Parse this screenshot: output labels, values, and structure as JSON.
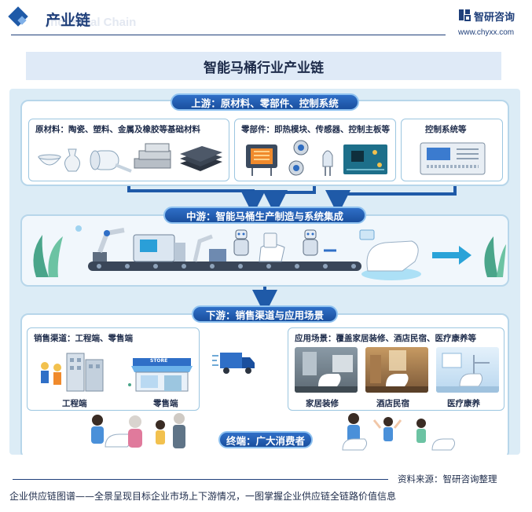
{
  "header": {
    "section_title": "产业链",
    "watermark": "Industrial Chain",
    "logo_name": "智研咨询",
    "logo_url": "www.chyxx.com"
  },
  "title": "智能马桶行业产业链",
  "upstream": {
    "label": "上游：原材料、零部件、控制系统",
    "raw_materials": "原材料：陶瓷、塑料、金属及橡胶等基础材料",
    "components": "零部件：即热模块、传感器、控制主板等",
    "control_systems": "控制系统等"
  },
  "midstream": {
    "label": "中游：智能马桶生产制造与系统集成"
  },
  "downstream": {
    "label": "下游：销售渠道与应用场景",
    "channels": {
      "title": "销售渠道：工程端、零售端",
      "engineering": "工程端",
      "retail": "零售端",
      "store_sign": "STORE"
    },
    "scenarios": {
      "title": "应用场景：覆盖家居装修、酒店民宿、医疗康养等",
      "items": [
        "家居装修",
        "酒店民宿",
        "医疗康养"
      ]
    }
  },
  "terminal": {
    "label": "终端：广大消费者"
  },
  "footer": {
    "source": "资料来源：智研咨询整理",
    "tagline": "企业供应链图谱——全景呈现目标企业市场上下游情况，一图掌握企业供应链全链路价值信息"
  },
  "colors": {
    "accent_blue": "#1f5aa8",
    "pill_blue": "#2f6fc7",
    "canvas_bg": "#dcecf6",
    "panel_border": "#b7d6ea"
  }
}
